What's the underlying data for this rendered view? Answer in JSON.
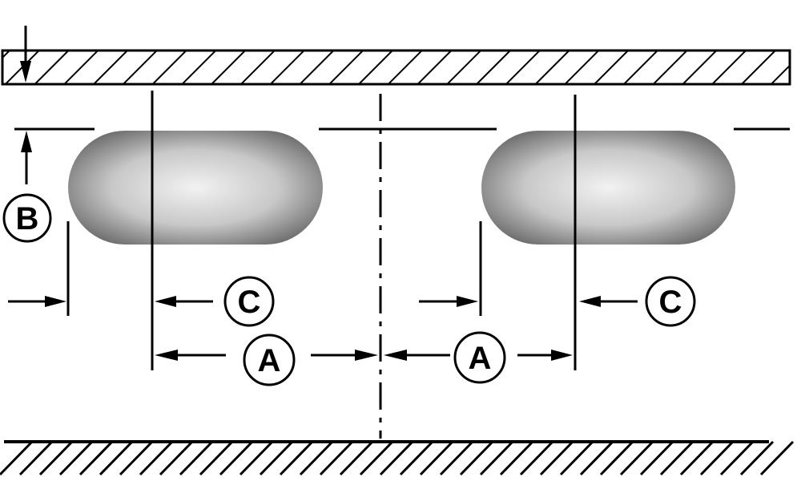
{
  "callouts": {
    "b": "B",
    "c_left": "C",
    "c_right": "C",
    "a_left": "A",
    "a_right": "A"
  },
  "colors": {
    "ink": "#000000",
    "paper": "#ffffff",
    "blob_edge": "#6a6a6a",
    "blob_center": "#f2f2f2"
  }
}
